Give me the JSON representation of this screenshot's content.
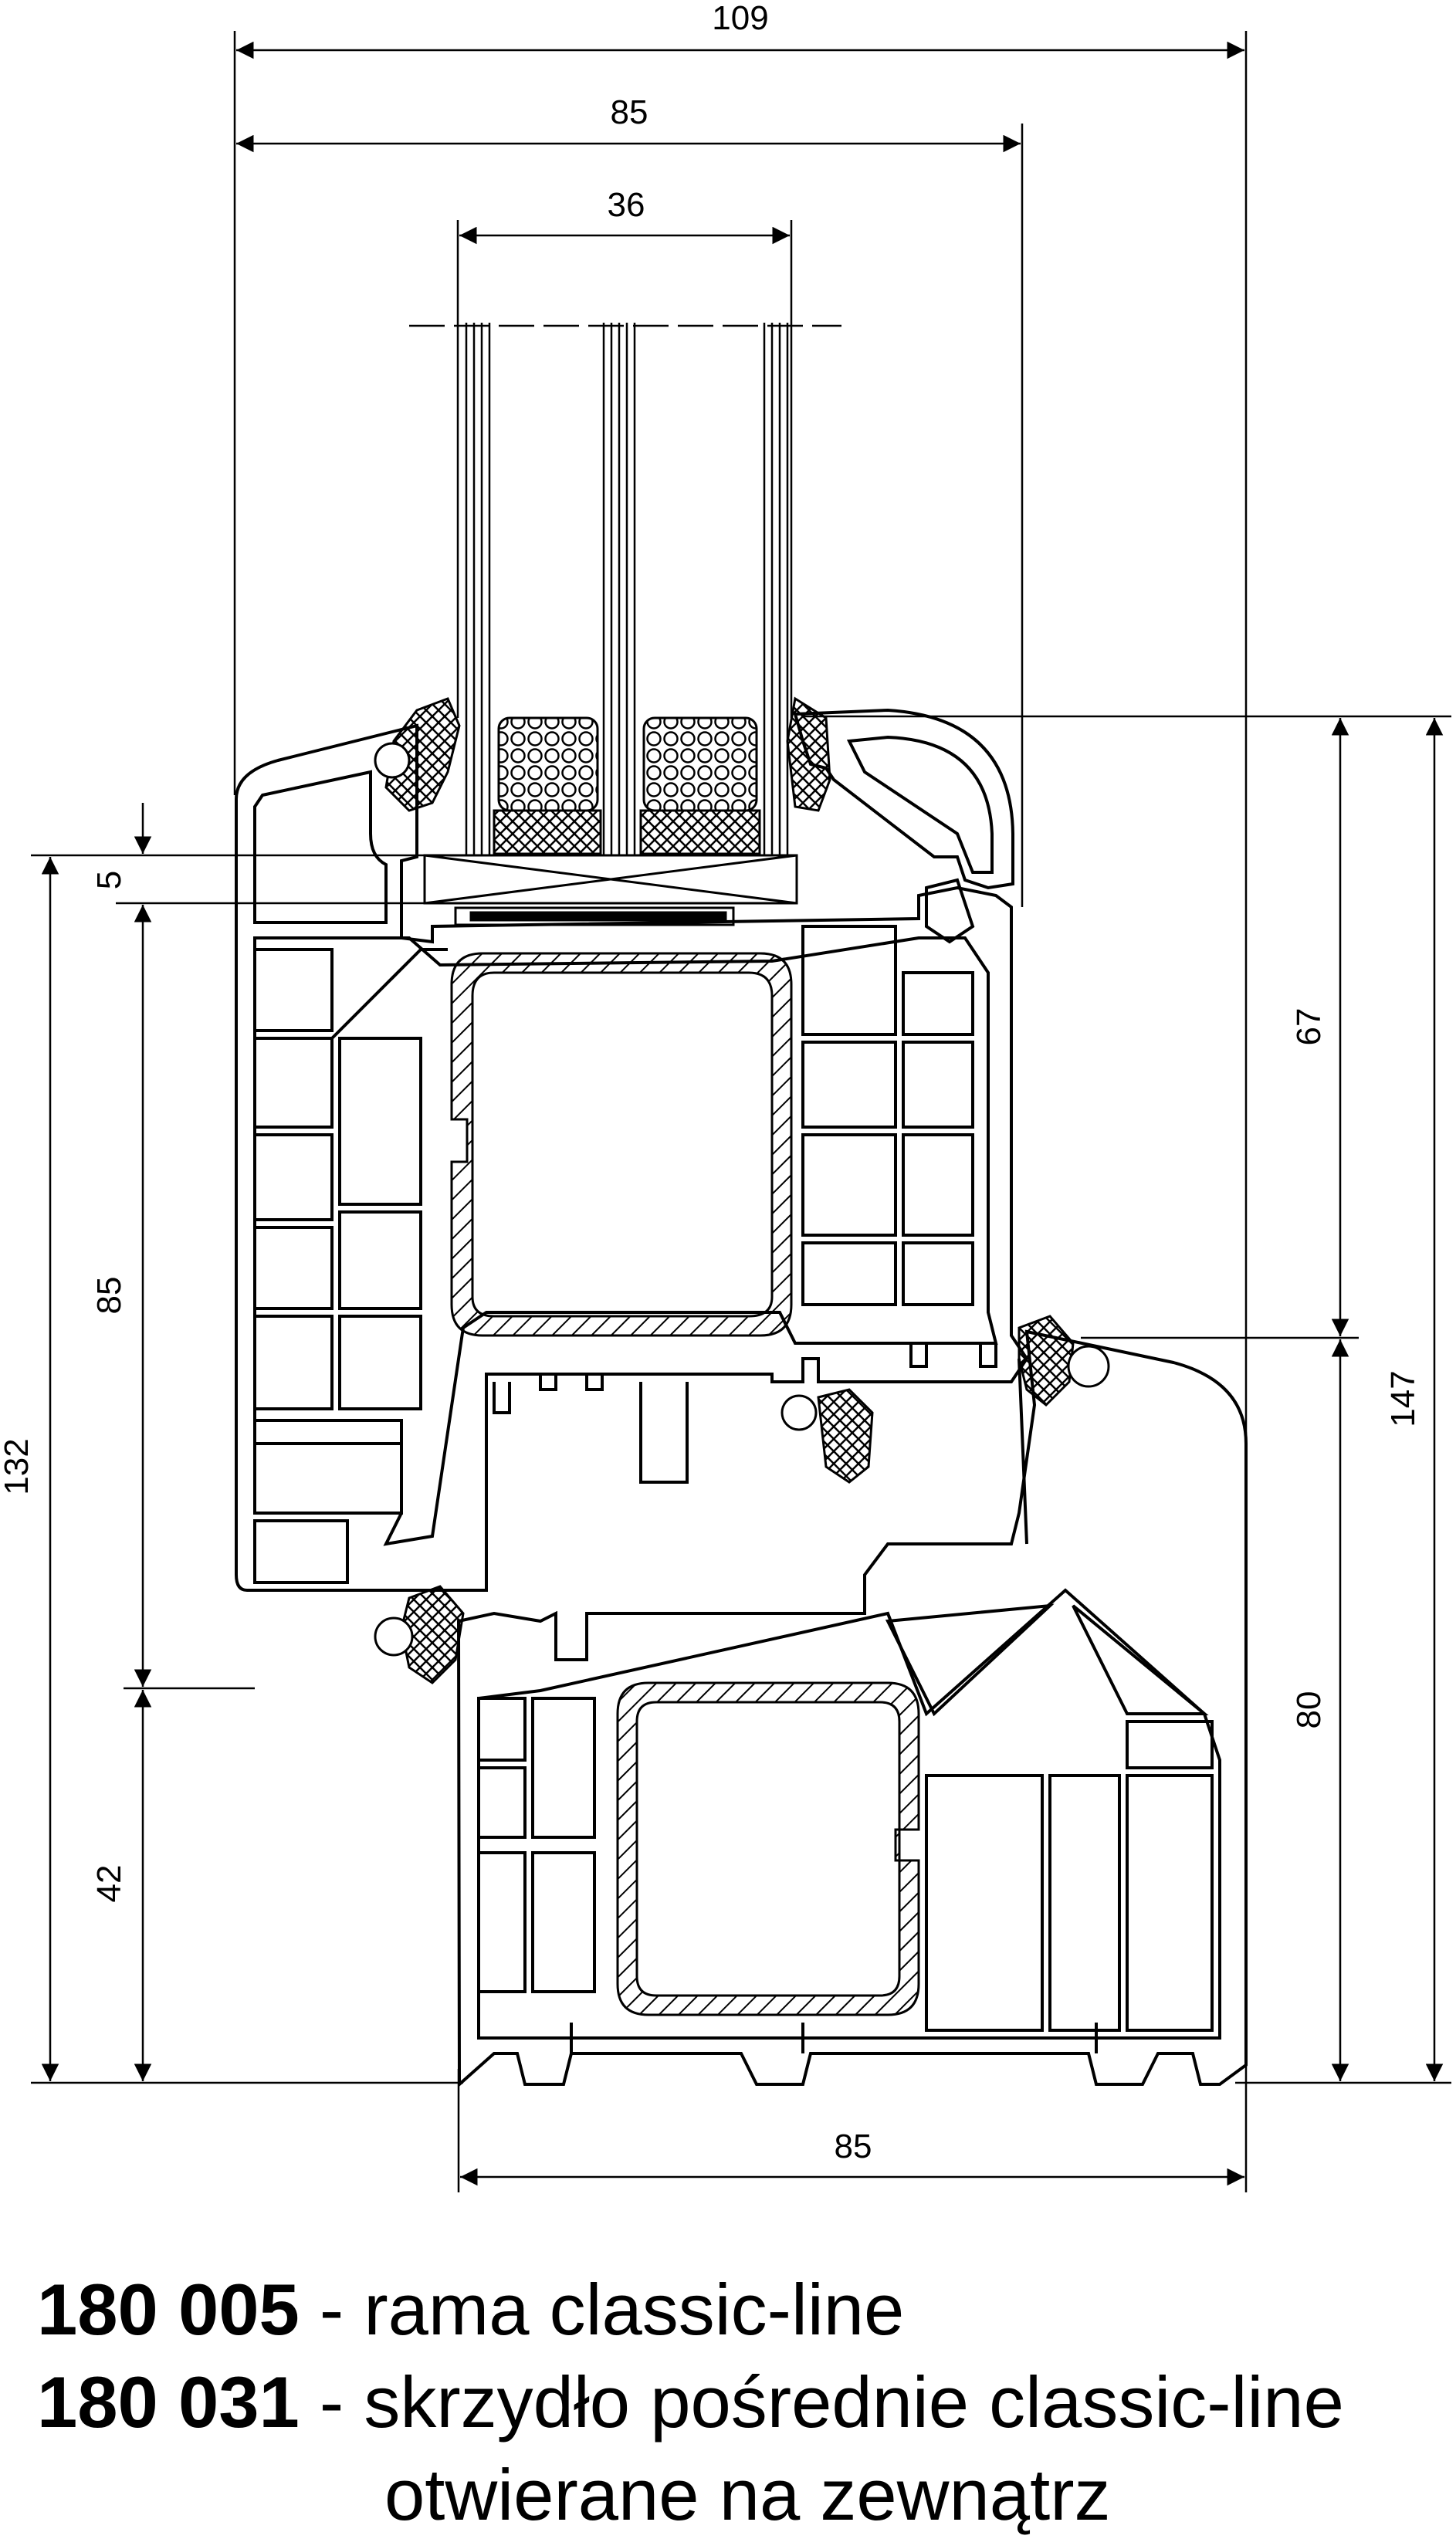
{
  "dimensions": {
    "top_overall": "109",
    "top_sash": "85",
    "top_glass": "36",
    "left_gap": "5",
    "left_sash": "85",
    "left_frame": "42",
    "left_overall": "132",
    "right_upper": "67",
    "right_lower": "80",
    "right_overall": "147",
    "bottom_frame": "85"
  },
  "captions": [
    {
      "code": "180 005",
      "separator": " - ",
      "text": "rama classic-line"
    },
    {
      "code": "180 031",
      "separator": " - ",
      "text": "skrzydło pośrednie classic-line"
    },
    {
      "code": "",
      "separator": "",
      "text": "otwierane na zewnątrz"
    }
  ]
}
